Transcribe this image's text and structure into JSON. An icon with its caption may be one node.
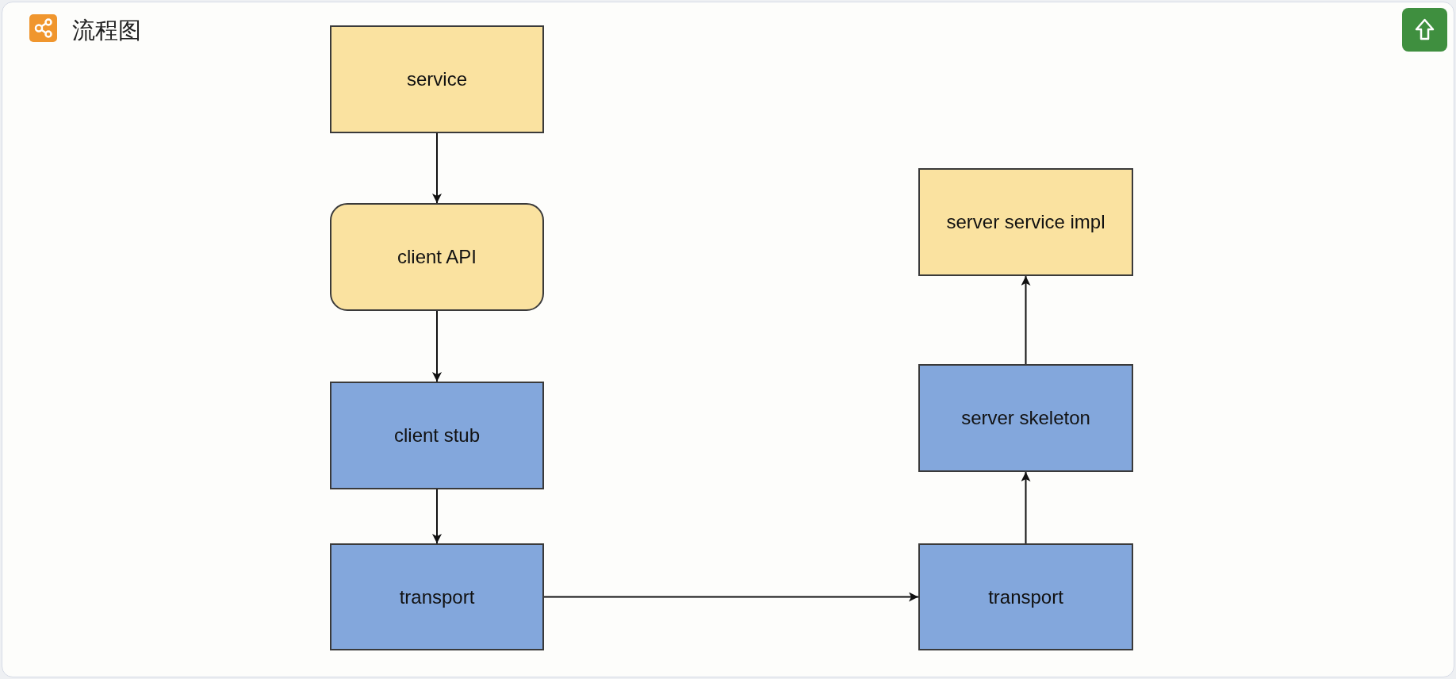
{
  "diagram": {
    "title": "流程图",
    "nodes": [
      {
        "text": [
          "service"
        ]
      },
      {
        "text": [
          "client API"
        ]
      },
      {
        "text": [
          "client stub"
        ]
      },
      {
        "text": [
          "transport"
        ]
      },
      {
        "text": [
          "transport"
        ]
      },
      {
        "text": [
          "server skeleton"
        ]
      },
      {
        "text": [
          "server service impl"
        ]
      }
    ],
    "edges": [
      {
        "from": 0,
        "to": 1,
        "arrow": "to"
      },
      {
        "from": 1,
        "to": 2,
        "arrow": "to"
      },
      {
        "from": 2,
        "to": 3,
        "arrow": "to"
      },
      {
        "from": 3,
        "to": 4,
        "arrow": "to"
      },
      {
        "from": 4,
        "to": 5,
        "arrow": "to"
      },
      {
        "from": 5,
        "to": 6,
        "arrow": "to"
      }
    ]
  }
}
